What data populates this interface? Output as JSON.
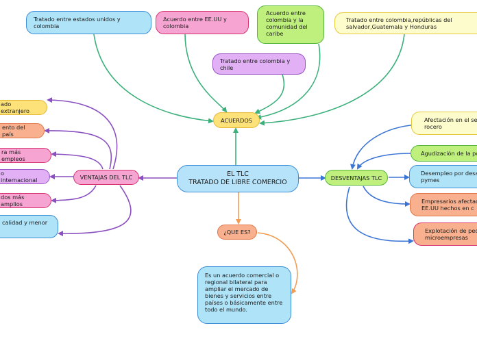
{
  "colors": {
    "blue_fill": "#aee3f8",
    "blue_border": "#3c8ed6",
    "pink_fill": "#f6a5d3",
    "pink_border": "#d6336f",
    "green_fill": "#bff07e",
    "green_border": "#55b43a",
    "yellow_fill": "#fdfccc",
    "yellow_border": "#e7c838",
    "purple_fill": "#e1b0f5",
    "purple_border": "#9a54c6",
    "orange_fill": "#f8b08f",
    "orange_border": "#e07647",
    "acuerdos_fill": "#fde27a",
    "acuerdos_border": "#e6b93a",
    "central_fill": "#b6e3f9",
    "central_border": "#3c8ed6",
    "line_teal": "#3bb07b",
    "line_purple": "#8a4fc0",
    "line_blue": "#3a74d6",
    "line_orange": "#f29c54",
    "line_gray": "#8a8a8a"
  },
  "central": {
    "line1": "EL TLC",
    "line2": "TRATADO DE LIBRE COMERCIO"
  },
  "acuerdos": {
    "label": "ACUERDOS",
    "items": [
      "Tratado entre estados unidos y colombia",
      "Acuerdo entre EE.UU y colombia",
      "Tratado entre colombia y chile",
      "Acuerdo entre colombia y la comunidad del caribe",
      "Tratado entre colombia,repúblicas del salvador,Guatemala y Honduras"
    ]
  },
  "ventajas": {
    "label": "VENTAJAS DEL TLC",
    "items": [
      "ado extranjero",
      "ento del país",
      "ra más empleos",
      "o internacional",
      "dos más amplios",
      "calidad y menor"
    ]
  },
  "desventajas": {
    "label": "DESVENTAJAS TLC",
    "items": [
      "Afectación en el sect rocero",
      "Agudización de la pob",
      "Desempleo por desap pymes",
      "Empresarios afectad de EE.UU hechos en c",
      "Explotación de pequ microempresas"
    ]
  },
  "que_es": {
    "label": "¿QUE ES?",
    "text": "Es un acuerdo comercial o regional bilateral para ampliar el mercado de bienes y servicios entre países o básicamente entre todo el mundo."
  }
}
